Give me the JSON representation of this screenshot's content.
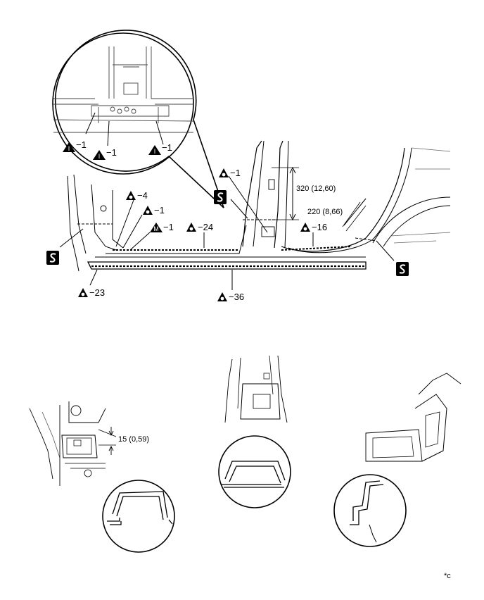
{
  "top_view": {
    "callouts": [
      {
        "symbol": "I",
        "text": "−1"
      },
      {
        "symbol": "I",
        "text": "−1"
      },
      {
        "symbol": "I",
        "text": "−1"
      },
      {
        "symbol": "O",
        "text": "−4"
      },
      {
        "symbol": "O",
        "text": "−1"
      },
      {
        "symbol": "M",
        "text": "−1"
      },
      {
        "symbol": "O",
        "text": "−24"
      },
      {
        "symbol": "O",
        "text": "−1"
      },
      {
        "symbol": "O",
        "text": "−16"
      },
      {
        "symbol": "O",
        "text": "−23"
      },
      {
        "symbol": "O",
        "text": "−36"
      }
    ],
    "dimensions": {
      "pillar_height": "320 (12,60)",
      "rear_offset": "220 (8,66)"
    }
  },
  "detail_views": {
    "left_dimension": "15 (0,59)"
  },
  "footer_code": "*c"
}
